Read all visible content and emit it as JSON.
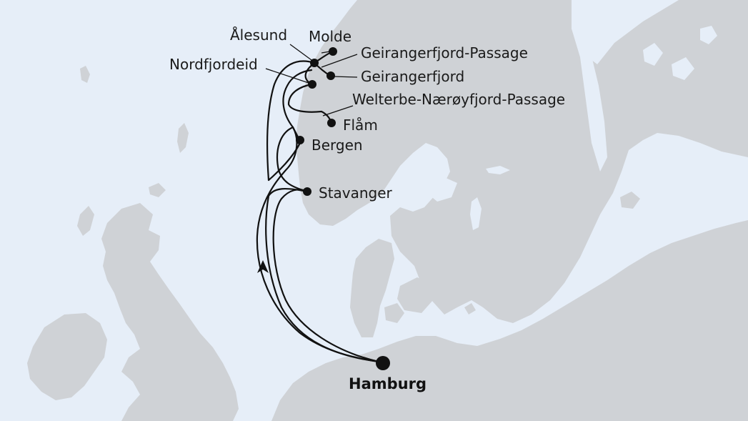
{
  "map": {
    "colors": {
      "sea": "#e6eef8",
      "land": "#cfd2d6",
      "route": "#111111",
      "text": "#1a1a1a"
    },
    "ports": {
      "molde": "Molde",
      "alesund": "Ålesund",
      "geirangerfjord_passage": "Geirangerfjord-Passage",
      "geirangerfjord": "Geirangerfjord",
      "nordfjordeid": "Nordfjordeid",
      "naeroyfjord_passage": "Welterbe-Nærøyfjord-Passage",
      "flam": "Flåm",
      "bergen": "Bergen",
      "stavanger": "Stavanger",
      "hamburg": "Hamburg"
    },
    "icons": {
      "direction": "arrow-head-icon",
      "port": "port-dot-icon"
    }
  }
}
